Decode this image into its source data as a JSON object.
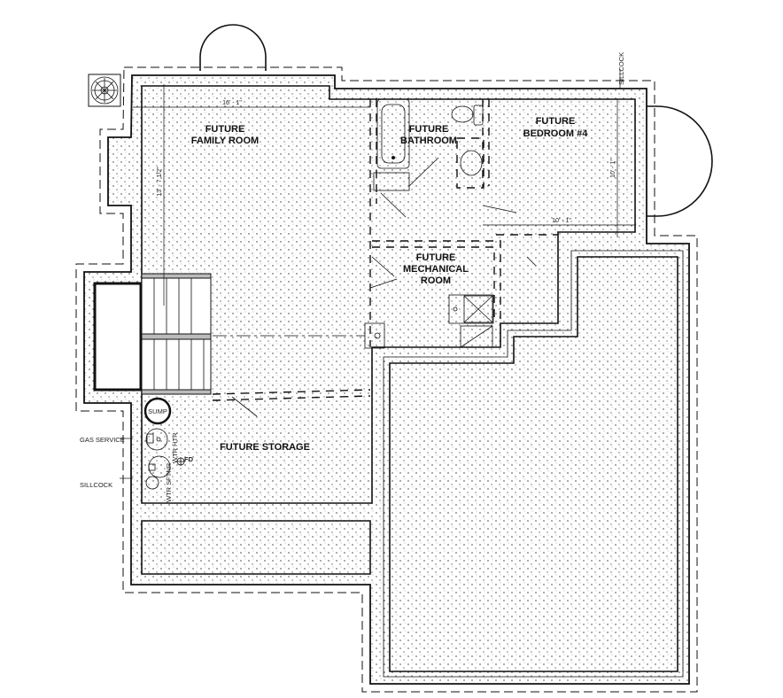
{
  "rooms": {
    "family": [
      "FUTURE",
      "FAMILY ROOM"
    ],
    "bathroom": [
      "FUTURE",
      "BATHROOM"
    ],
    "bedroom": [
      "FUTURE",
      "BEDROOM #4"
    ],
    "mechanical": [
      "FUTURE",
      "MECHANICAL",
      "ROOM"
    ],
    "storage": "FUTURE STORAGE"
  },
  "dimensions": {
    "family_width": "16' - 1\"",
    "family_depth": "13' - 7 1/2\"",
    "bedroom_width": "10' - 1\"",
    "bedroom_depth": "10' - 1\""
  },
  "equipment": {
    "sump": "SUMP",
    "water_heater": "WTR HTR",
    "water_softener": "WTR SFTNR",
    "floor_drain": "FD"
  },
  "annotations": {
    "gas_service": "GAS SERVICE",
    "sillcock_left": "SILLCOCK",
    "sillcock_top": "SILLCOCK"
  }
}
